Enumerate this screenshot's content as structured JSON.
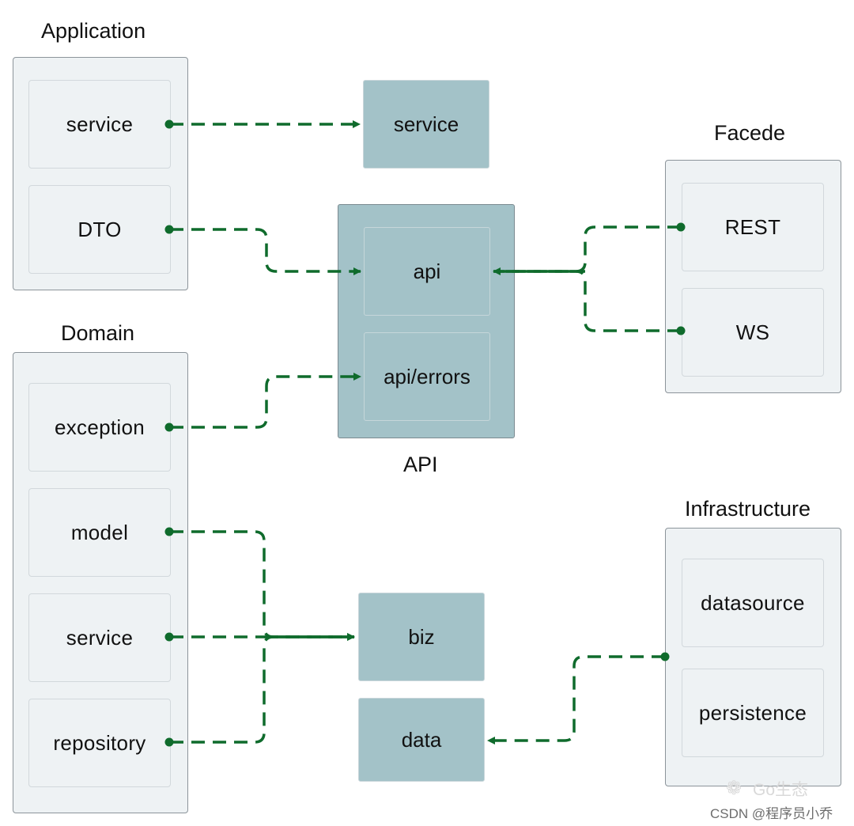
{
  "application": {
    "title": "Application",
    "items": [
      "service",
      "DTO"
    ]
  },
  "domain": {
    "title": "Domain",
    "items": [
      "exception",
      "model",
      "service",
      "repository"
    ]
  },
  "facede": {
    "title": "Facede",
    "items": [
      "REST",
      "WS"
    ]
  },
  "infrastructure": {
    "title": "Infrastructure",
    "items": [
      "datasource",
      "persistence"
    ]
  },
  "api": {
    "title": "API",
    "items": [
      "api",
      "api/errors"
    ]
  },
  "targets": {
    "service": "service",
    "biz": "biz",
    "data": "data"
  },
  "colors": {
    "connector": "#0f6b2c",
    "box_fill": "#eef2f4",
    "target_fill": "#a3c2c8"
  },
  "watermark": {
    "brand_icon": "wechat-icon",
    "brand": "Go生态",
    "credit": "CSDN @程序员小乔"
  }
}
